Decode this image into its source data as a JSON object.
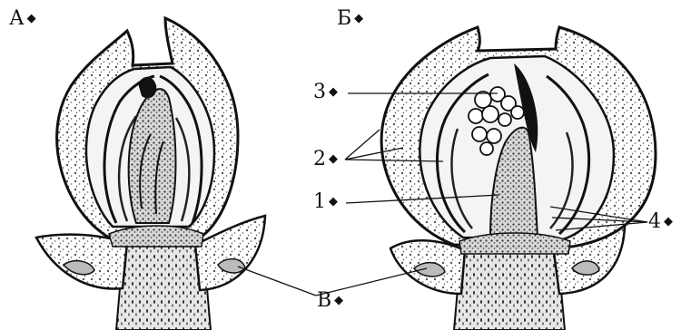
{
  "panels": [
    {
      "id": "A",
      "label": "А"
    },
    {
      "id": "B",
      "label": "Б"
    }
  ],
  "callouts": [
    {
      "id": "1",
      "label": "1"
    },
    {
      "id": "2",
      "label": "2"
    },
    {
      "id": "3",
      "label": "3"
    },
    {
      "id": "4",
      "label": "4"
    },
    {
      "id": "V",
      "label": "В"
    }
  ],
  "marker": "◆",
  "colors": {
    "ink": "#111111",
    "paper": "#ffffff",
    "shade": "#9a9a9a"
  }
}
